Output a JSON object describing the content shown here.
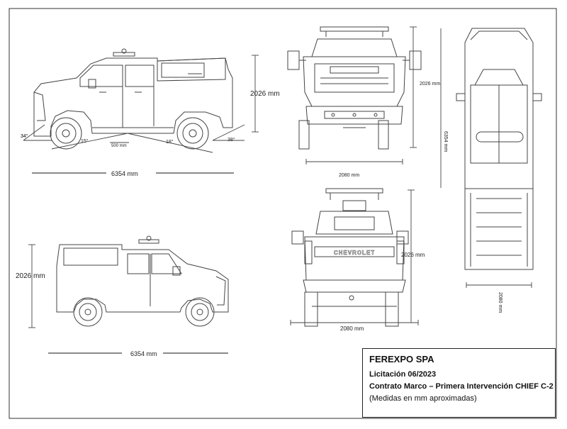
{
  "side_view_top": {
    "height_dim": "2026 mm",
    "length_dim": "6354 mm",
    "wheelbase_gap": "500 mm",
    "angle_approach": "34°",
    "angle_breakover_left": "15°",
    "angle_breakover_right": "18°",
    "angle_departure": "38°"
  },
  "front_view": {
    "height_dim": "2026 mm",
    "width_dim": "2080 mm"
  },
  "top_view": {
    "length_dim": "6354 mm",
    "width_dim": "2080 mm"
  },
  "side_view_bottom": {
    "height_dim": "2026 mm",
    "length_dim": "6354 mm"
  },
  "rear_view": {
    "height_dim": "2026 mm",
    "width_dim": "2080 mm",
    "brand_text": "CHEVROLET"
  },
  "title_block": {
    "company": "FEREXPO SPA",
    "tender": "Licitación 06/2023",
    "contract": "Contrato Marco – Primera Intervención CHIEF C-2",
    "note": "(Medidas en mm aproximadas)"
  }
}
